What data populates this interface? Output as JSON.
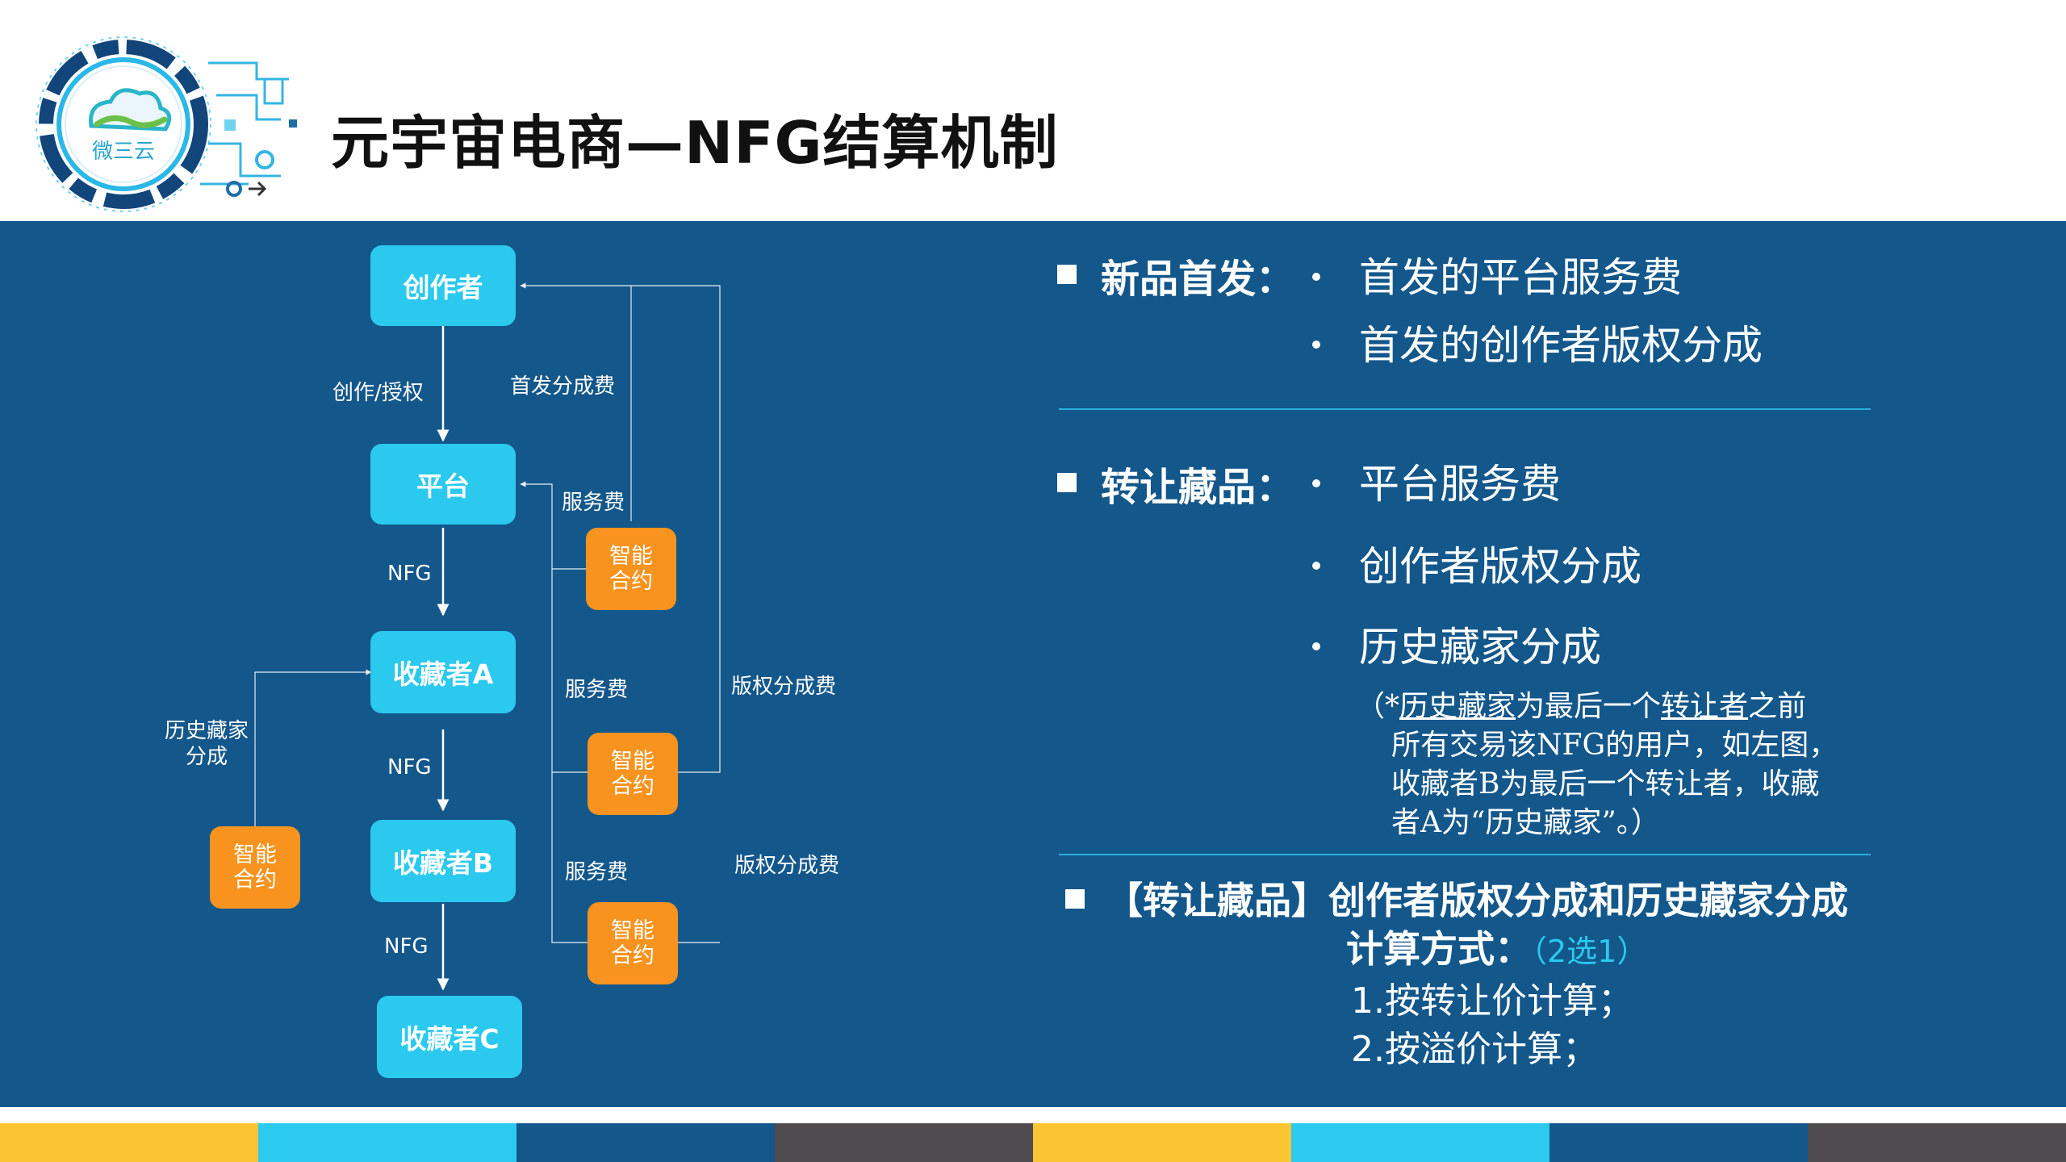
{
  "header": {
    "title": "元宇宙电商—NFG结算机制",
    "logo_text": "微三云"
  },
  "diagram": {
    "nodes": {
      "creator": "创作者",
      "platform": "平台",
      "collector_a": "收藏者A",
      "collector_b": "收藏者B",
      "collector_c": "收藏者C"
    },
    "smart_contract": [
      "智能",
      "合约"
    ],
    "labels": {
      "create_authorize": "创作/授权",
      "first_share_fee": "首发分成费",
      "service_fee": "服务费",
      "nfg": "NFG",
      "copyright_share_fee": "版权分成费",
      "history_share": [
        "历史藏家",
        "分成"
      ]
    }
  },
  "right": {
    "section1": {
      "heading": "新品首发：",
      "items": [
        "首发的平台服务费",
        "首发的创作者版权分成"
      ]
    },
    "section2": {
      "heading": "转让藏品：",
      "items": [
        "平台服务费",
        "创作者版权分成",
        "历史藏家分成"
      ],
      "note": {
        "open": "（*",
        "term1": "历史藏家",
        "mid1": "为最后一个",
        "term2": "转让者",
        "end1": "之前",
        "line2": "所有交易该NFG的用户，如左图，",
        "line3": "收藏者B为最后一个转让者，收藏",
        "line4": "者A为“历史藏家”。）"
      }
    },
    "section3": {
      "heading_line1": "【转让藏品】创作者版权分成和历史藏家分成",
      "heading_line2": "计算方式：",
      "choice": "（2选1）",
      "methods": [
        "1.按转让价计算；",
        "2.按溢价计算；"
      ]
    }
  },
  "colors": {
    "panel": "#13578b",
    "node": "#2bc9ee",
    "contract": "#f7931e",
    "bar": [
      "#fbc433",
      "#2ccaef",
      "#13578b",
      "#4f4b4e"
    ]
  }
}
